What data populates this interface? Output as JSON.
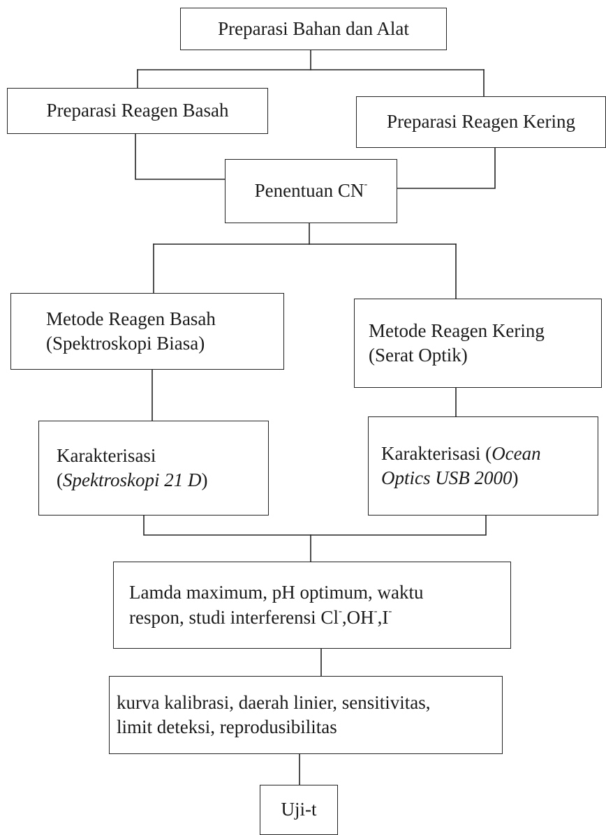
{
  "flowchart": {
    "prep_bahan_alat": "Preparasi Bahan dan Alat",
    "prep_reagen_basah": "Preparasi Reagen Basah",
    "prep_reagen_kering": "Preparasi Reagen Kering",
    "penentuan": {
      "text": "Penentuan CN",
      "sup": "-"
    },
    "metode_basah": {
      "line1": "Metode Reagen Basah",
      "line2": "(Spektroskopi Biasa)"
    },
    "metode_kering": {
      "line1": "Metode Reagen Kering",
      "line2": "(Serat Optik)"
    },
    "karakterisasi_basah": {
      "line1": "Karakterisasi",
      "line2_open": "(",
      "line2_italic": "Spektroskopi 21 D",
      "line2_close": ")"
    },
    "karakterisasi_kering": {
      "line1_prefix": "Karakterisasi (",
      "line1_italic": "Ocean",
      "line2_italic": "Optics USB 2000",
      "line2_close": ")"
    },
    "lamda": {
      "line1": "Lamda maximum, pH optimum, waktu",
      "line2_prefix": "respon,  studi interferensi Cl",
      "sup1": "-",
      "sep1": ",OH",
      "sup2": "-",
      "sep2": ",I",
      "sup3": "-"
    },
    "kurva": {
      "line1": "kurva kalibrasi, daerah linier, sensitivitas,",
      "line2": "limit deteksi, reprodusibilitas"
    },
    "uji_t": "Uji-t"
  }
}
